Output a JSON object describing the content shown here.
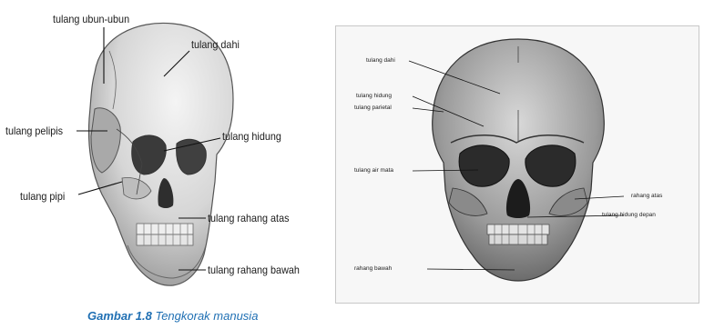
{
  "left_figure": {
    "labels": {
      "ubun": "tulang ubun-ubun",
      "dahi": "tulang dahi",
      "pelipis": "tulang pelipis",
      "hidung": "tulang hidung",
      "pipi": "tulang pipi",
      "rahang_atas": "tulang rahang atas",
      "rahang_bawah": "tulang rahang bawah"
    },
    "caption_number": "Gambar 1.8",
    "caption_title": "Tengkorak manusia"
  },
  "right_figure": {
    "labels": {
      "dahi": "tulang dahi",
      "hidung": "tulang hidung",
      "parietal": "tulang parietal",
      "air_mata": "tulang air mata",
      "rahang_atas": "rahang atas",
      "hidung_depan": "tulang hidung depan",
      "rahang_bawah": "rahang bawah"
    }
  }
}
